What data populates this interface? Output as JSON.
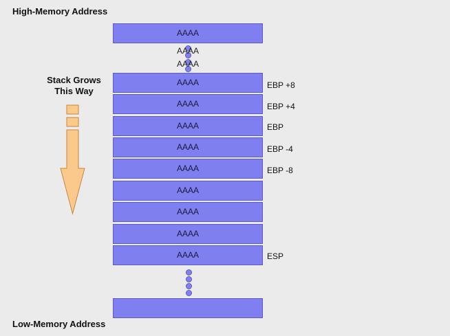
{
  "labels": {
    "high": "High-Memory Address",
    "low": "Low-Memory Address",
    "grow_line1": "Stack Grows",
    "grow_line2": "This Way"
  },
  "top_frame": "AAAA",
  "between": [
    "AAAA",
    "AAAA"
  ],
  "frames": [
    {
      "value": "AAAA",
      "offset": "EBP +8"
    },
    {
      "value": "AAAA",
      "offset": "EBP +4"
    },
    {
      "value": "AAAA",
      "offset": "EBP"
    },
    {
      "value": "AAAA",
      "offset": "EBP -4"
    },
    {
      "value": "AAAA",
      "offset": "EBP -8"
    },
    {
      "value": "AAAA",
      "offset": ""
    },
    {
      "value": "AAAA",
      "offset": ""
    },
    {
      "value": "AAAA",
      "offset": ""
    },
    {
      "value": "AAAA",
      "offset": "ESP"
    }
  ],
  "bottom_frame": "",
  "colors": {
    "frame_fill": "#7f7ff0",
    "frame_border": "#5a5ac8",
    "arrow_fill": "#fbc98c",
    "arrow_stroke": "#c9853a",
    "background": "#ebebeb"
  }
}
